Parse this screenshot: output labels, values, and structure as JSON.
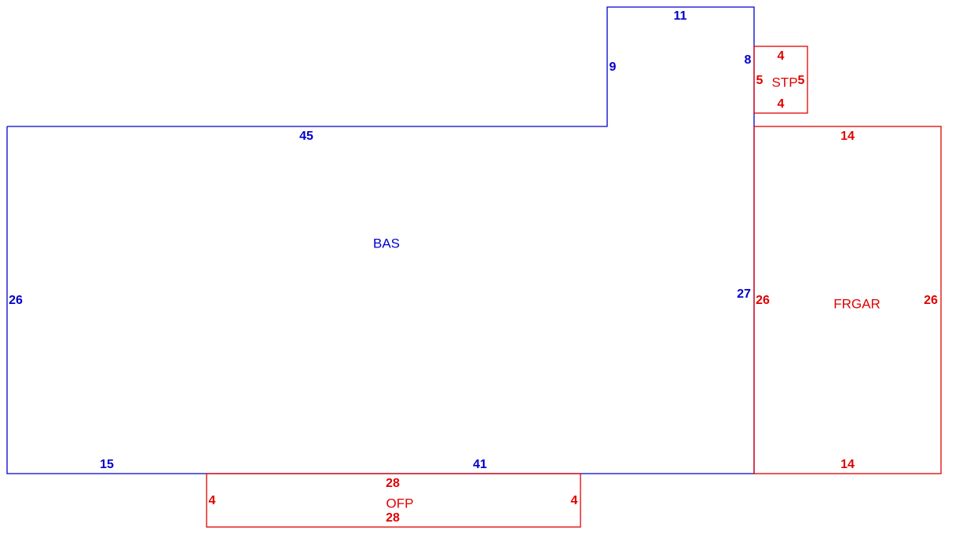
{
  "colors": {
    "main_area": "#0000cc",
    "secondary_area": "#e00000",
    "background": "#ffffff"
  },
  "areas": {
    "bas": {
      "label": "BAS",
      "dims": {
        "top_left": "45",
        "bump_top": "11",
        "bump_left": "9",
        "bump_right": "8",
        "left": "26",
        "right": "27",
        "bottom_left": "15",
        "bottom_right": "41"
      }
    },
    "stp": {
      "label": "STP",
      "dims": {
        "top": "4",
        "bottom": "4",
        "left": "5",
        "right": "5"
      }
    },
    "frgar": {
      "label": "FRGAR",
      "dims": {
        "top": "14",
        "bottom": "14",
        "left": "26",
        "right": "26"
      }
    },
    "ofp": {
      "label": "OFP",
      "dims": {
        "top": "28",
        "bottom": "28",
        "left": "4",
        "right": "4"
      }
    }
  }
}
